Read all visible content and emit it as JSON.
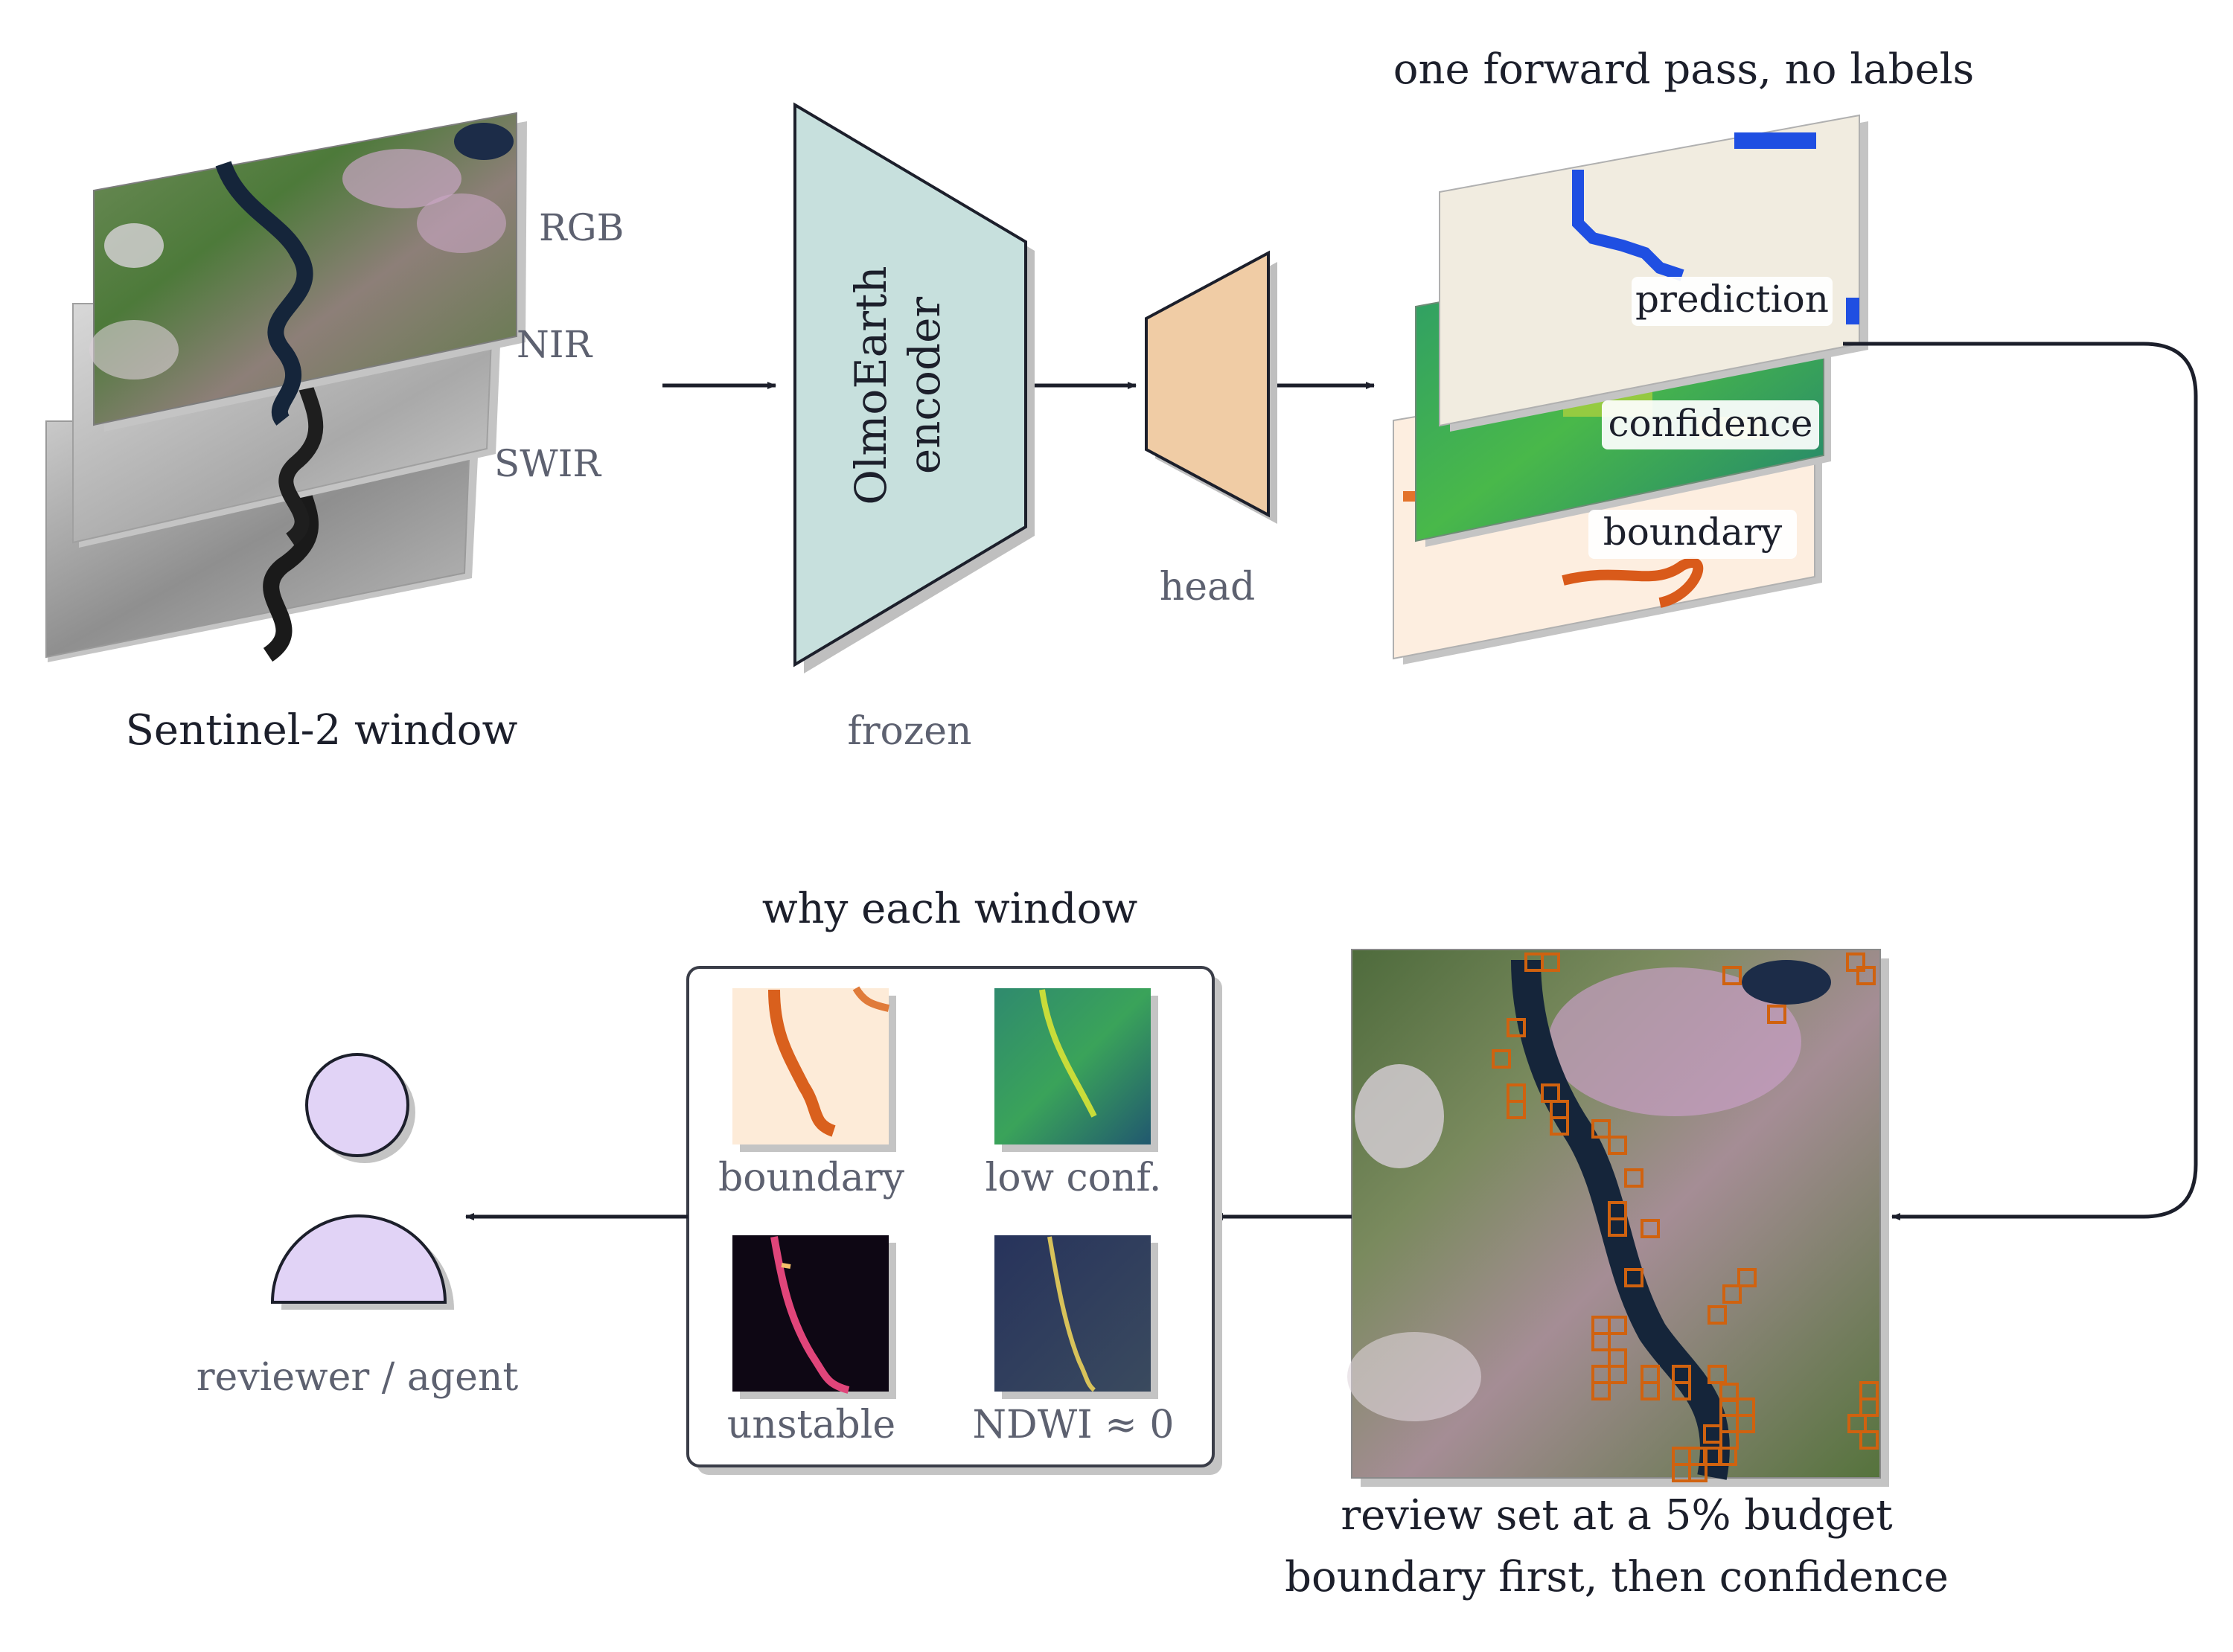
{
  "input": {
    "bands": [
      "RGB",
      "NIR",
      "SWIR"
    ],
    "caption": "Sentinel-2 window"
  },
  "encoder": {
    "label_line1": "OlmoEarth",
    "label_line2": "encoder",
    "caption": "frozen",
    "color": "#c7e0dd"
  },
  "head": {
    "caption": "head",
    "color": "#f0cca5"
  },
  "outputs": {
    "title": "one forward pass, no labels",
    "layers": [
      "prediction",
      "confidence",
      "boundary"
    ]
  },
  "review_set": {
    "caption_line1": "review set at a 5% budget",
    "caption_line2": "boundary first, then confidence",
    "box_color": "#d0620f"
  },
  "reasons": {
    "title": "why each window",
    "items": [
      "boundary",
      "low conf.",
      "unstable",
      "NDWI ≈ 0"
    ]
  },
  "reviewer": {
    "caption": "reviewer / agent",
    "color": "#e1d3f6"
  }
}
